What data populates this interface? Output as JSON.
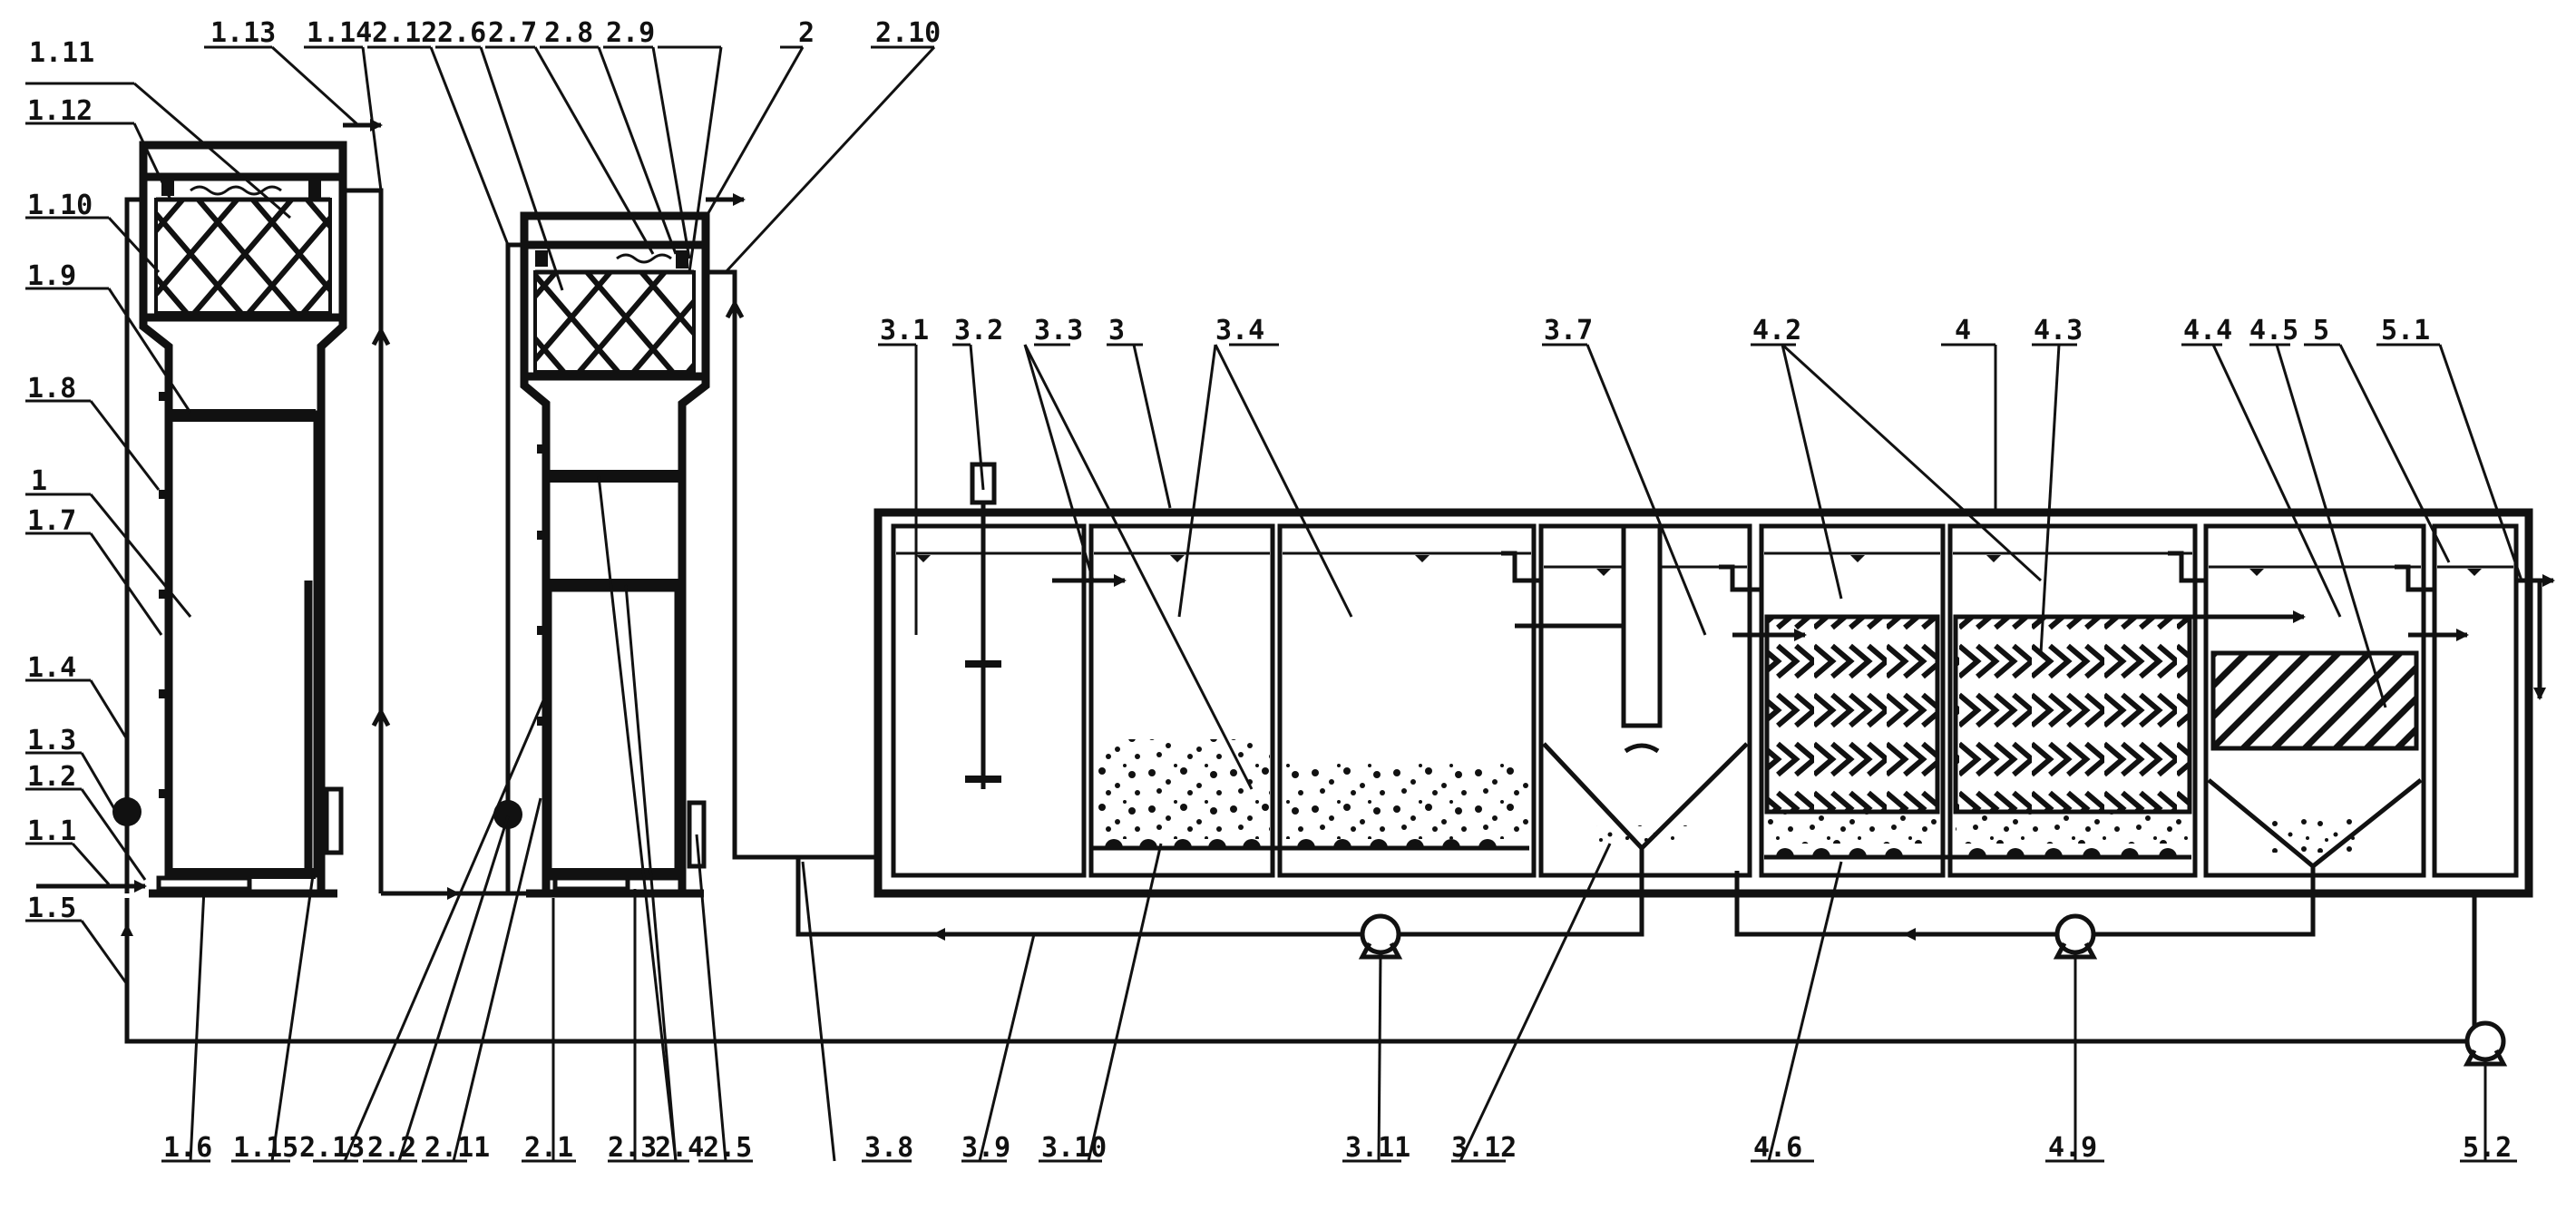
{
  "figure": {
    "labels_top": [
      "1.11",
      "1.12",
      "1.10",
      "1.9",
      "1.8",
      "1",
      "1.7",
      "1.4",
      "1.3",
      "1.2",
      "1.1",
      "1.5",
      "1.13",
      "1.14",
      "2.12",
      "2.6",
      "2.7",
      "2.8",
      "2.9",
      "2",
      "2.10",
      "3.1",
      "3.2",
      "3.3",
      "3",
      "3.4",
      "3.7",
      "4.2",
      "4",
      "4.3",
      "4.4",
      "4.5",
      "5",
      "5.1"
    ],
    "labels_bottom": [
      "1.6",
      "1.15",
      "2.13",
      "2.2",
      "2.11",
      "2.1",
      "2.3",
      "2.4",
      "2.5",
      "3.8",
      "3.9",
      "3.10",
      "3.11",
      "3.12",
      "4.6",
      "4.9",
      "5.2"
    ]
  }
}
